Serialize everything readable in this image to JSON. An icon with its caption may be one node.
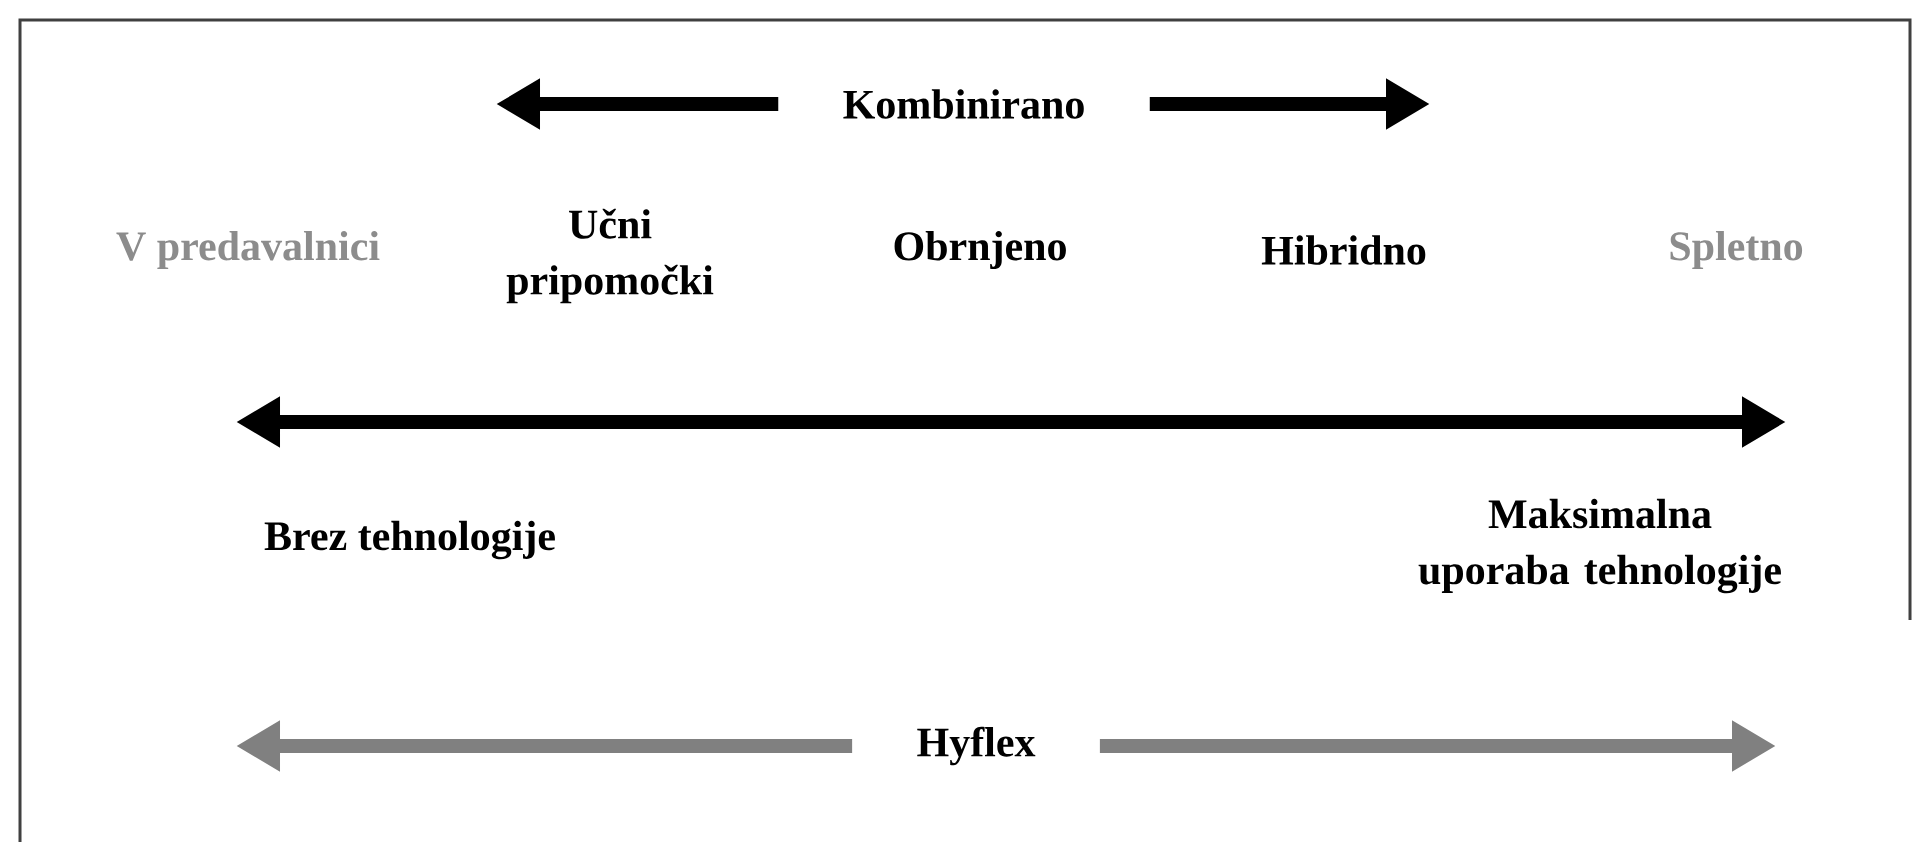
{
  "diagram": {
    "nodes": [
      {
        "text": [
          "Kombinirano"
        ]
      },
      {
        "text": [
          "Hyflex"
        ]
      }
    ],
    "edges": [
      {
        "from": 0,
        "to": null,
        "arrow": "to"
      },
      {
        "from": 0,
        "to": null,
        "arrow": "to"
      },
      {
        "from": 1,
        "to": null,
        "arrow": "to",
        "color": "#808080"
      },
      {
        "from": 1,
        "to": null,
        "arrow": "to",
        "color": "#808080"
      }
    ],
    "labels": [
      "V predavalnici",
      "Učni pripomočki",
      "Obrnjeno",
      "Hibridno",
      "Spletno",
      "Brez tehnologije",
      "Maksimalna uporaba tehnologije"
    ]
  }
}
